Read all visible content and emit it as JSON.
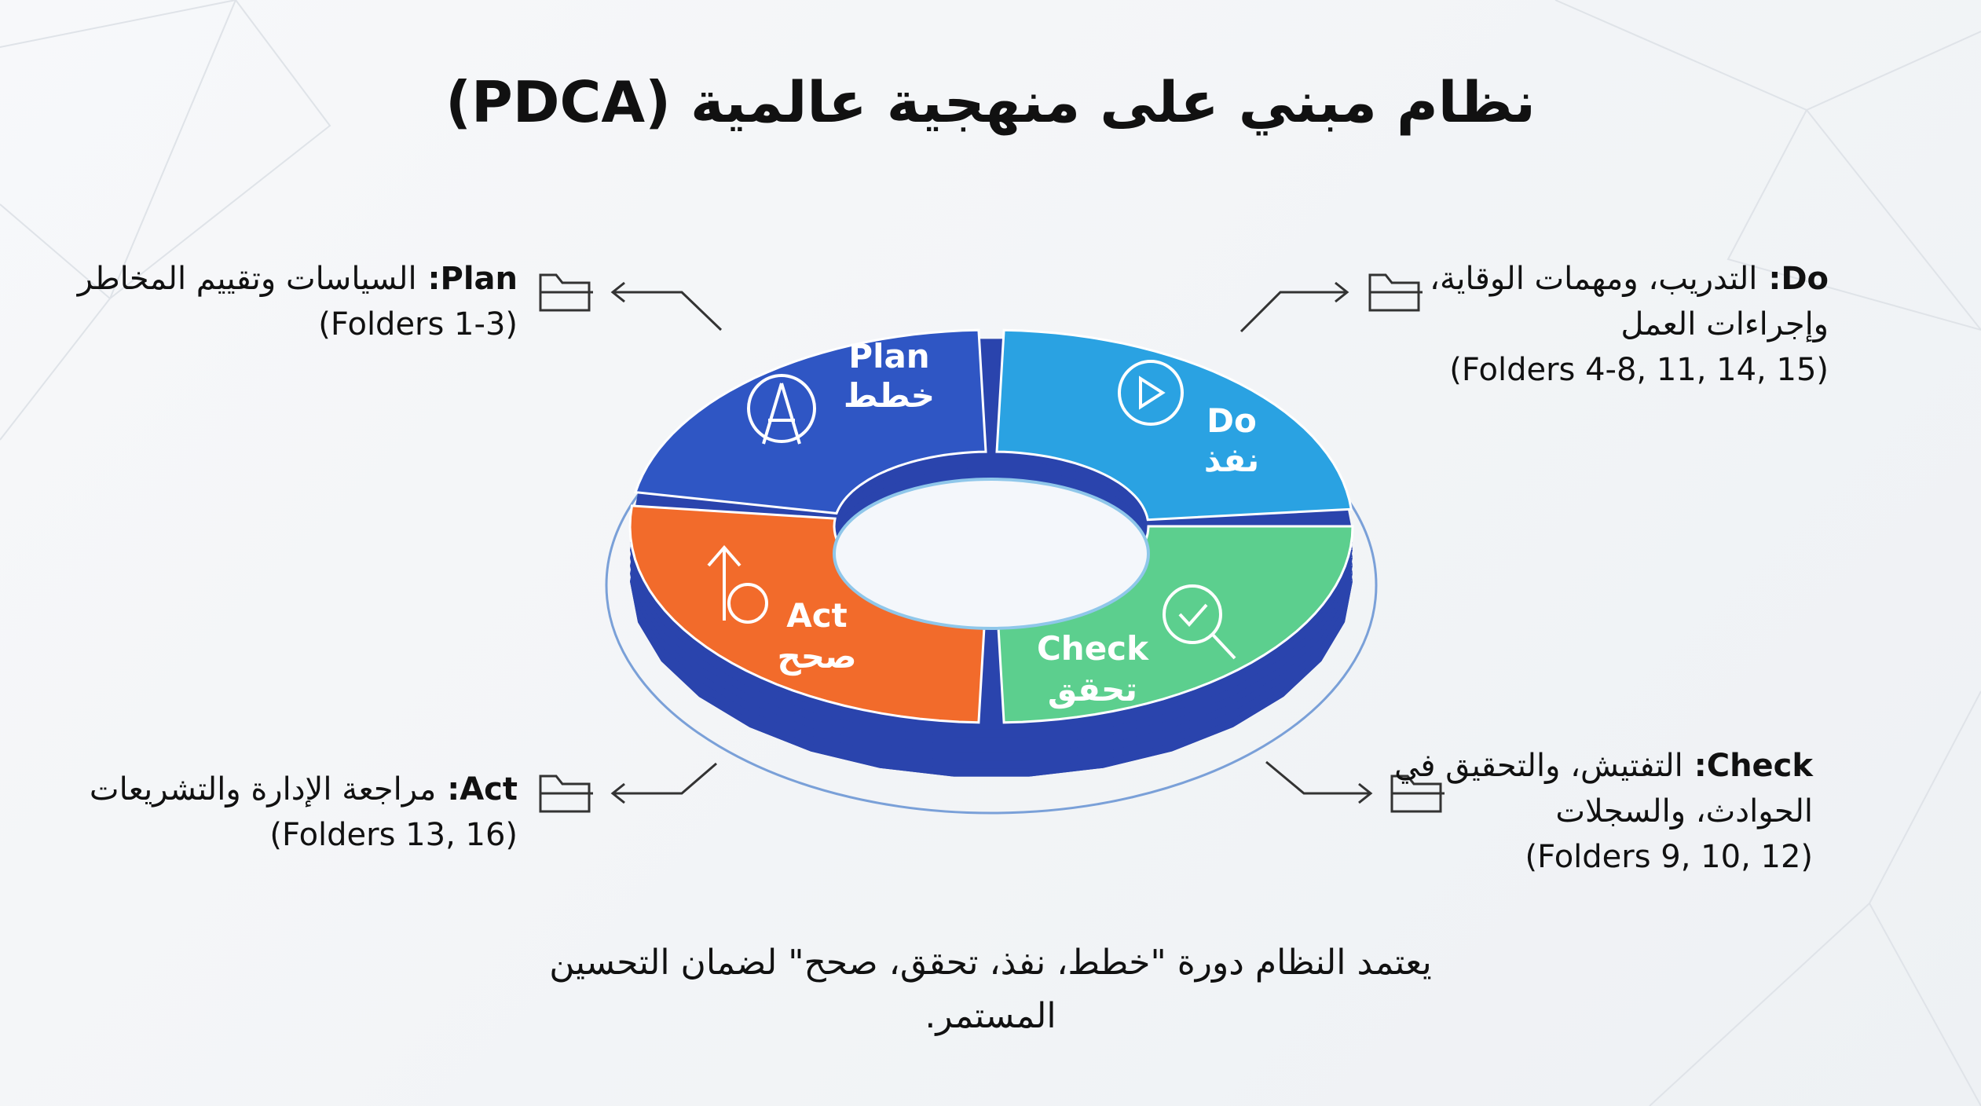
{
  "title": "نظام مبني على منهجية عالمية (PDCA)",
  "phases": [
    {
      "key": "plan",
      "en": "Plan",
      "ar": "خطط",
      "desc": "السياسات وتقييم المخاطر",
      "folders": "(Folders 1-3)",
      "color": "#2f56c4",
      "icon": "gear-compass-icon"
    },
    {
      "key": "do",
      "en": "Do",
      "ar": "نفذ",
      "desc": "التدريب، ومهمات الوقاية، وإجراءات العمل",
      "folders": "(Folders 4-8, 11, 14, 15)",
      "color": "#2aa2e2",
      "icon": "play-icon"
    },
    {
      "key": "check",
      "en": "Check",
      "ar": "تحقق",
      "desc": "التفتيش، والتحقيق في الحوادث، والسجلات",
      "folders": "(Folders 9, 10, 12)",
      "color": "#5ccf8e",
      "icon": "magnifier-check-icon"
    },
    {
      "key": "act",
      "en": "Act",
      "ar": "صحح",
      "desc": "مراجعة الإدارة والتشريعات",
      "folders": "(Folders 13, 16)",
      "color": "#f26b2b",
      "icon": "arrow-up-adjust-icon"
    }
  ],
  "footer": "يعتمد النظام دورة \"خطط، نفذ، تحقق، صحح\" لضمان التحسين المستمر.",
  "colors": {
    "depth": "#2a44ad",
    "outline": "#7aa0d8"
  }
}
